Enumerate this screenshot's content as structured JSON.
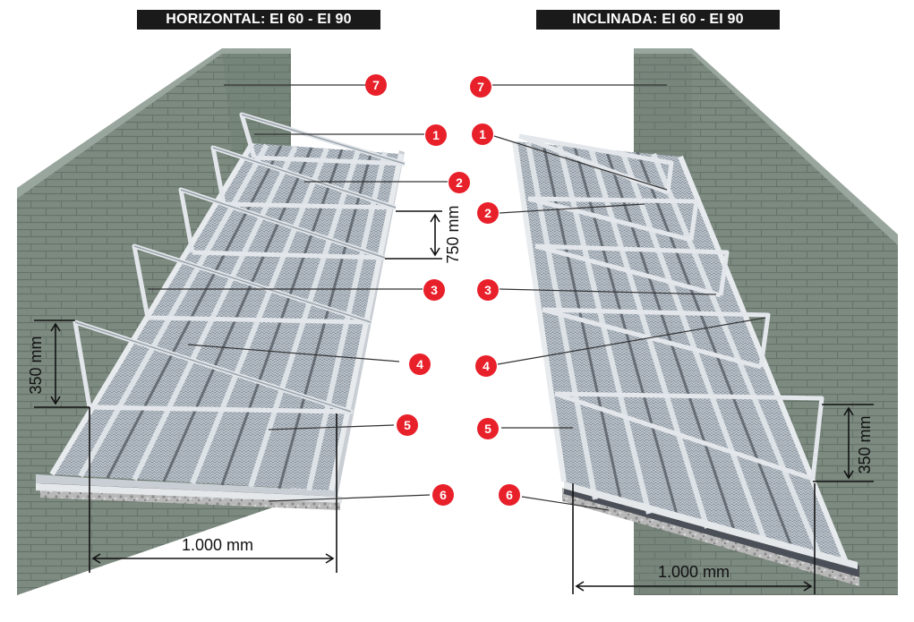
{
  "titles": {
    "left": "HORIZONTAL: EI 60 - EI 90",
    "right": "INCLINADA: EI 60 - EI 90"
  },
  "dimensions": {
    "width_left": "1.000 mm",
    "width_right": "1.000 mm",
    "height_left": "350 mm",
    "height_right": "350 mm",
    "spacing_left": "750 mm"
  },
  "callouts": {
    "left": [
      "7",
      "1",
      "2",
      "3",
      "4",
      "5",
      "6"
    ],
    "right": [
      "7",
      "1",
      "2",
      "3",
      "4",
      "5",
      "6"
    ]
  },
  "colors": {
    "badge": "#e8202a",
    "wall": "#7f8c82",
    "title_bg": "#1a1a1a",
    "frame": "#dfe3e8"
  }
}
